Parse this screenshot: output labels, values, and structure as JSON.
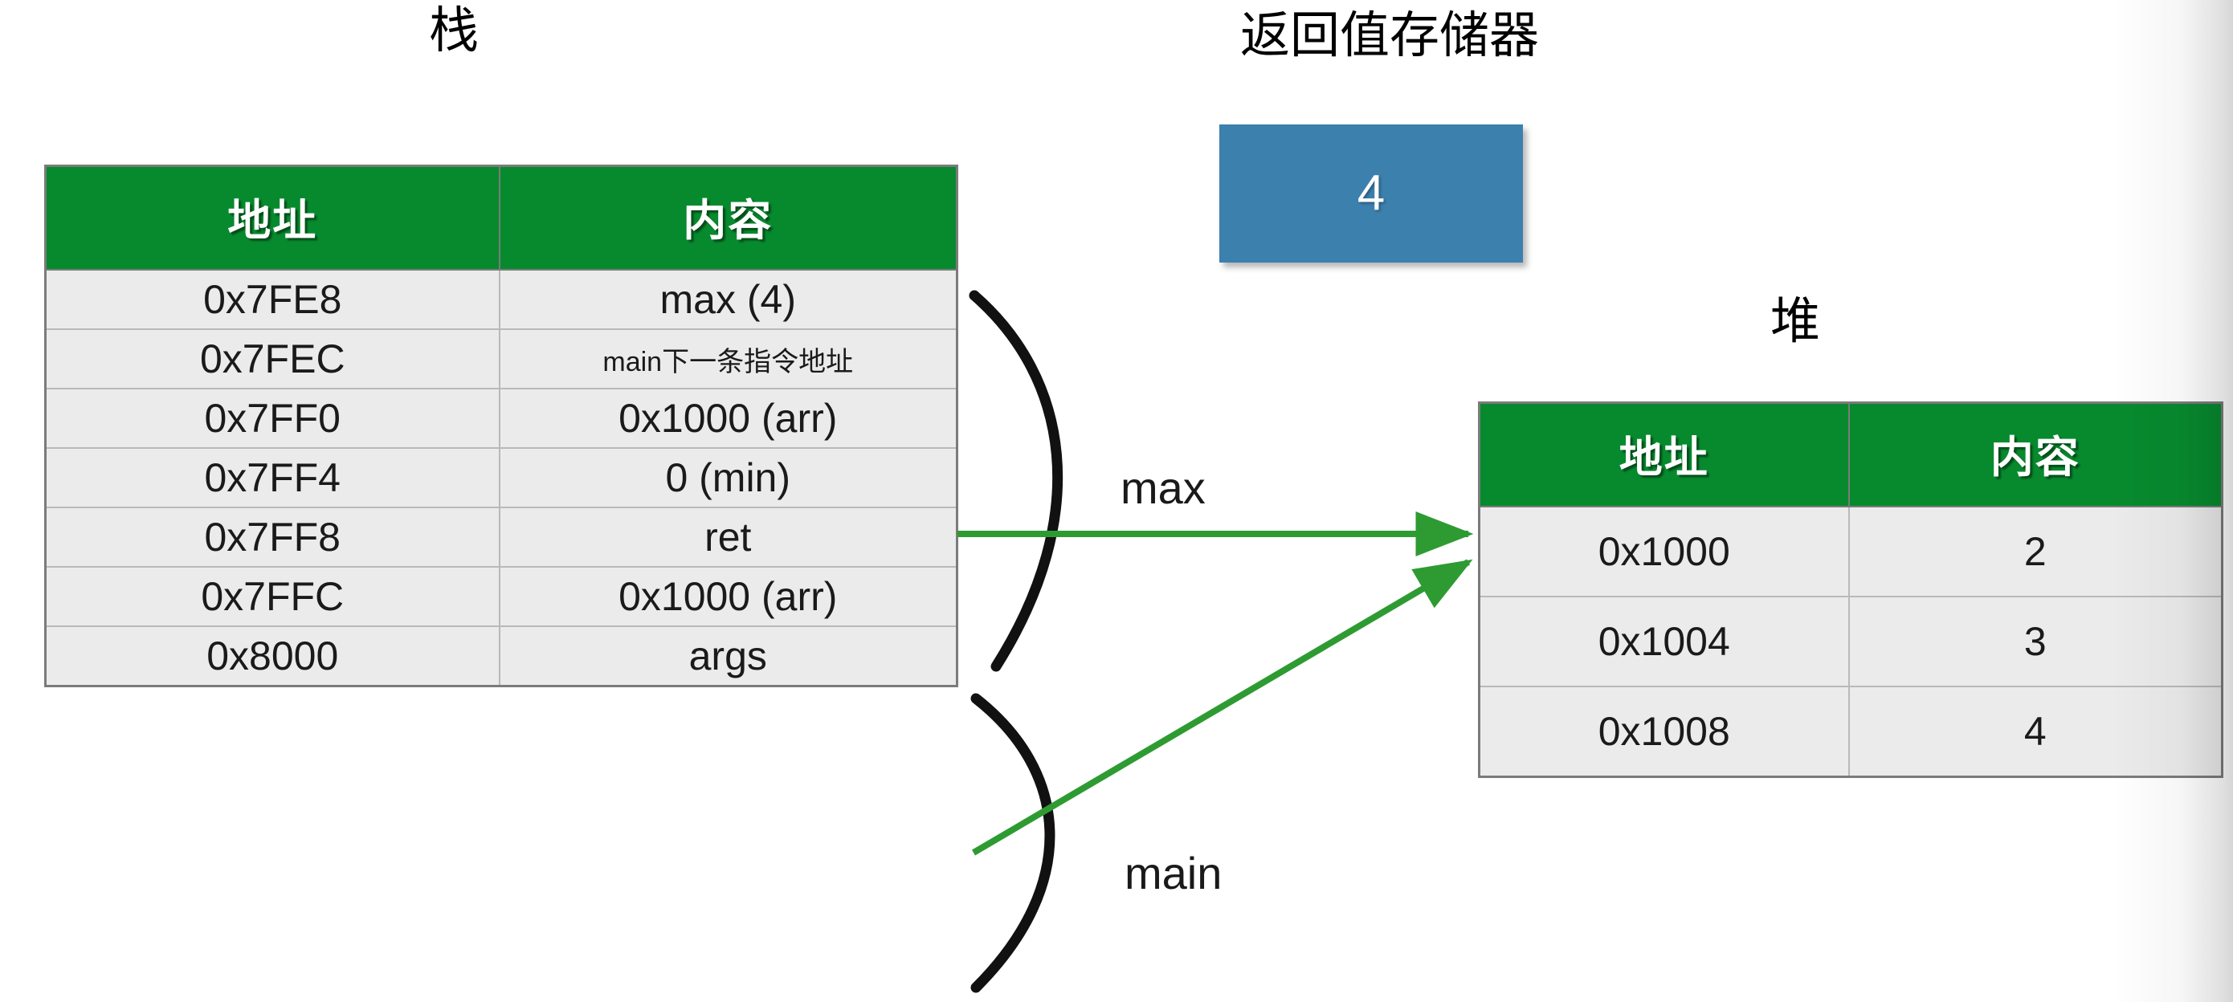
{
  "captions": {
    "stack": "栈",
    "retval_store": "返回值存储器",
    "heap": "堆"
  },
  "retval_box": {
    "value": "4",
    "color": "#3C80AE"
  },
  "stack_table": {
    "headers": [
      "地址",
      "内容"
    ],
    "header_color": "#078A2E",
    "rows": [
      {
        "address": "0x7FE8",
        "content": "max (4)",
        "small": false
      },
      {
        "address": "0x7FEC",
        "content": "main下一条指令地址",
        "small": true
      },
      {
        "address": "0x7FF0",
        "content": "0x1000 (arr)",
        "small": false
      },
      {
        "address": "0x7FF4",
        "content": "0 (min)",
        "small": false
      },
      {
        "address": "0x7FF8",
        "content": "ret",
        "small": false
      },
      {
        "address": "0x7FFC",
        "content": "0x1000 (arr)",
        "small": false
      },
      {
        "address": "0x8000",
        "content": "args",
        "small": false
      }
    ]
  },
  "heap_table": {
    "headers": [
      "地址",
      "内容"
    ],
    "header_color": "#078A2E",
    "rows": [
      {
        "address": "0x1000",
        "content": "2"
      },
      {
        "address": "0x1004",
        "content": "3"
      },
      {
        "address": "0x1008",
        "content": "4"
      }
    ]
  },
  "frames": [
    {
      "label": "max",
      "spans_rows": "0x7FE8 - 0x7FF4"
    },
    {
      "label": "main",
      "spans_rows": "0x7FF8 - 0x8000"
    }
  ],
  "pointers": {
    "color": "#2E9B32",
    "arrows": [
      {
        "from": "stack 0x7FF0 (arr)",
        "to": "heap 0x1000"
      },
      {
        "from": "stack 0x7FFC (arr)",
        "to": "heap 0x1000"
      }
    ]
  }
}
